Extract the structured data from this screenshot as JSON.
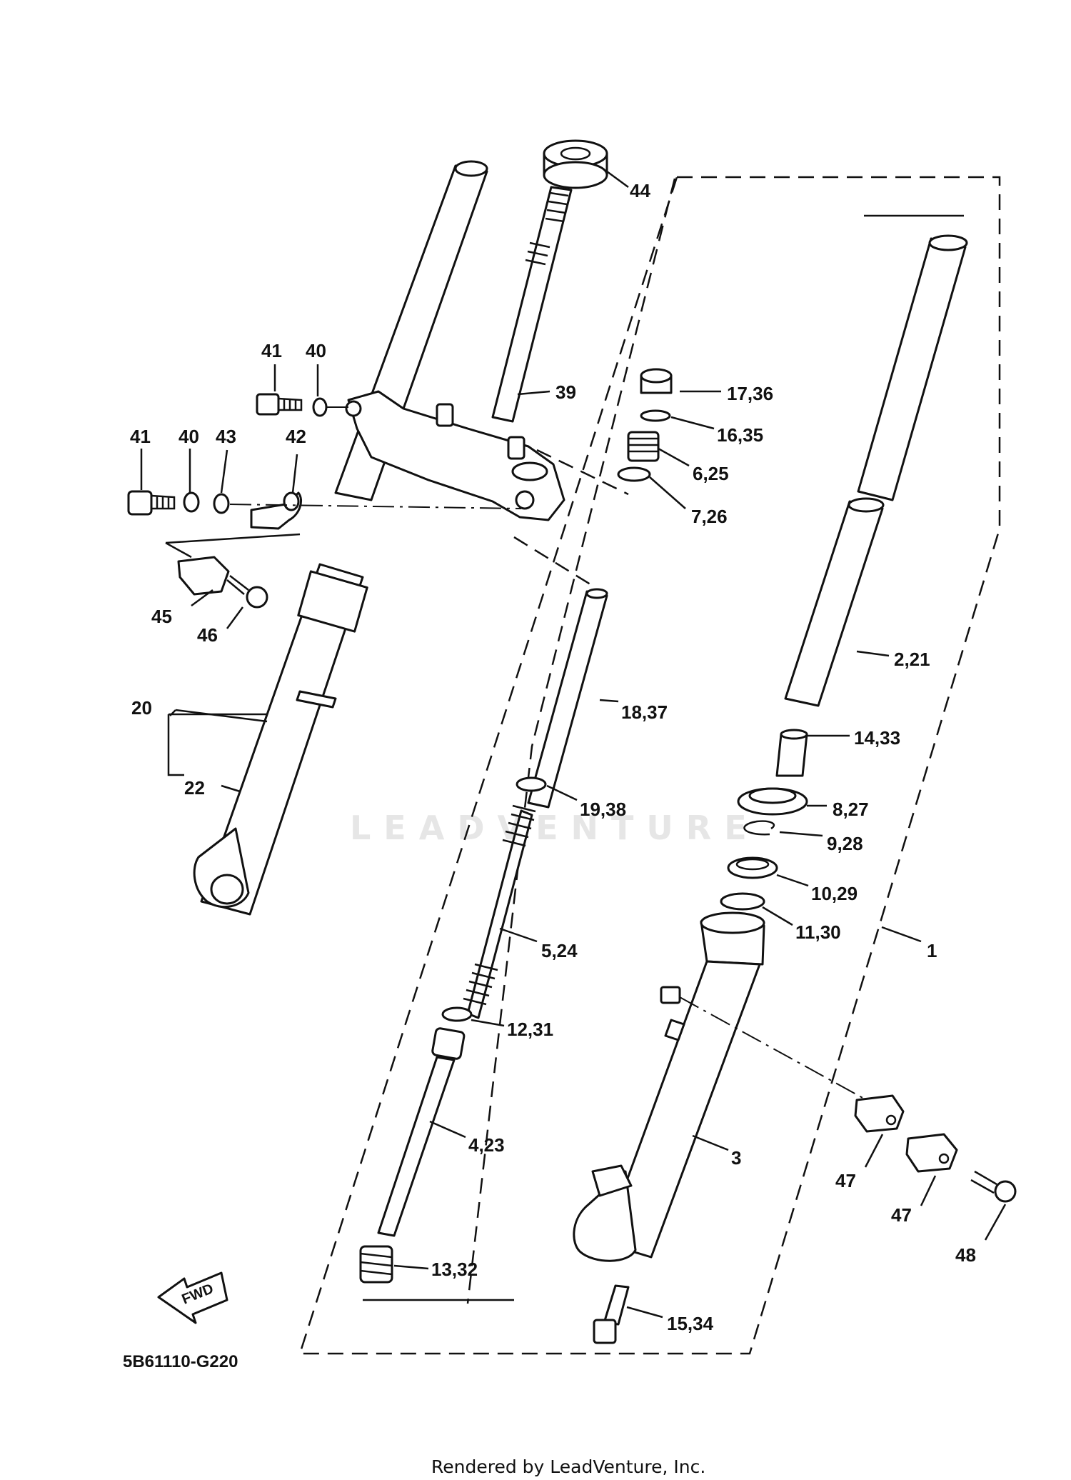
{
  "diagram_code": "5B61110-G220",
  "watermark": "LEADVENTURE",
  "footer": "Rendered by LeadVenture, Inc.",
  "fwd_label": "FWD",
  "callouts": {
    "c44": "44",
    "c41a": "41",
    "c40a": "40",
    "c39": "39",
    "c41b": "41",
    "c40b": "40",
    "c43": "43",
    "c42": "42",
    "c45": "45",
    "c46": "46",
    "c20": "20",
    "c22": "22",
    "c17_36": "17,36",
    "c16_35": "16,35",
    "c6_25": "6,25",
    "c7_26": "7,26",
    "c2_21": "2,21",
    "c18_37": "18,37",
    "c14_33": "14,33",
    "c19_38": "19,38",
    "c8_27": "8,27",
    "c9_28": "9,28",
    "c10_29": "10,29",
    "c11_30": "11,30",
    "c1": "1",
    "c5_24": "5,24",
    "c12_31": "12,31",
    "c4_23": "4,23",
    "c3": "3",
    "c47a": "47",
    "c47b": "47",
    "c48": "48",
    "c13_32": "13,32",
    "c15_34": "15,34"
  }
}
